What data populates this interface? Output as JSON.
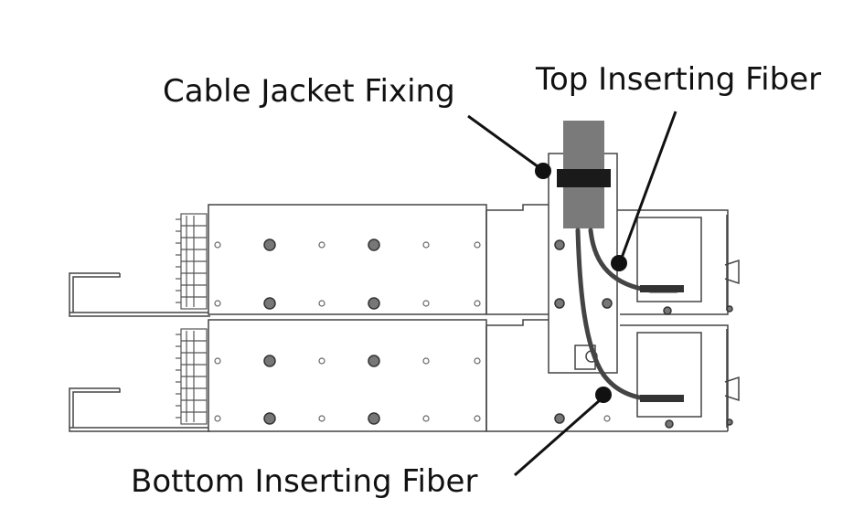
{
  "callouts": {
    "cable_jacket_fixing": "Cable Jacket Fixing",
    "top_inserting_fiber": "Top Inserting Fiber",
    "bottom_inserting_fiber": "Bottom Inserting Fiber"
  },
  "colors": {
    "line": "#333333",
    "body_fill": "#ffffff",
    "jacket": "#7a7a7a",
    "strap": "#1a1a1a",
    "fiber": "#444444",
    "leader": "#111111"
  }
}
